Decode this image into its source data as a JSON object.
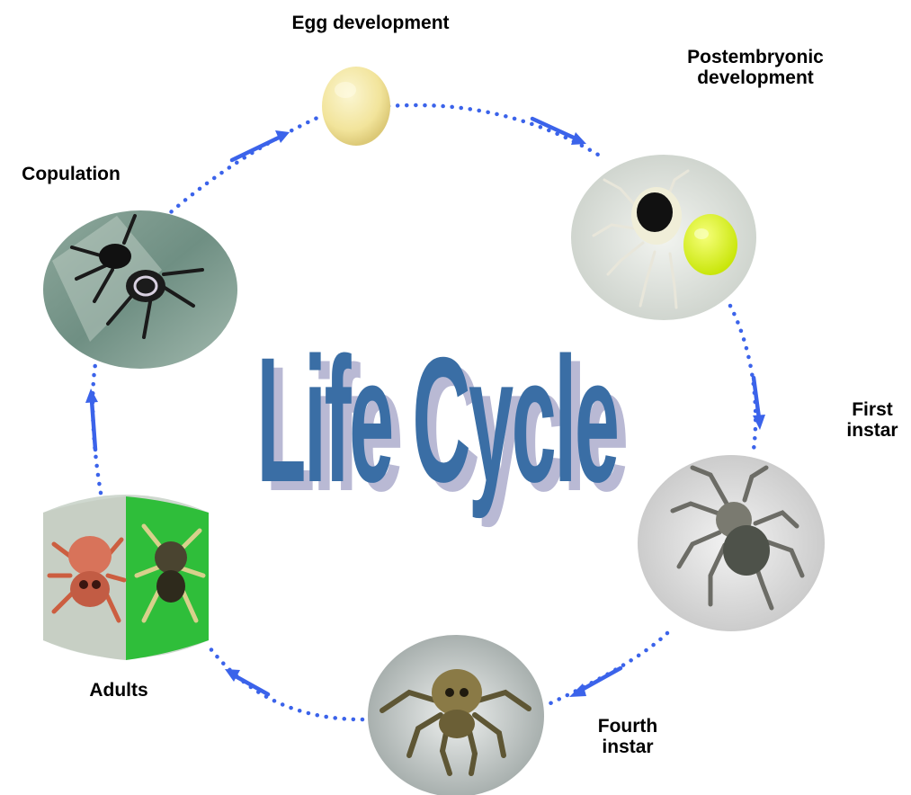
{
  "title": "Life Cycle",
  "stages": {
    "egg": {
      "line1": "Egg development"
    },
    "postembryonic": {
      "line1": "Postembryonic",
      "line2": "development"
    },
    "first_instar": {
      "line1": "First",
      "line2": "instar"
    },
    "fourth_instar": {
      "line1": "Fourth",
      "line2": "instar"
    },
    "adults": {
      "line1": "Adults"
    },
    "copulation": {
      "line1": "Copulation"
    }
  },
  "colors": {
    "title_fill": "#3a6ea5",
    "title_shadow": "#b9b9d4",
    "cycle_path": "#3b63ea",
    "egg": "#f2e49b",
    "label_text": "#000000"
  },
  "icons": {
    "egg": "egg-photo",
    "postembryonic": "spiderling-with-egg-photo",
    "first_instar": "first-instar-spider-photo",
    "fourth_instar": "fourth-instar-spider-photo",
    "adults": "adult-spiders-photo",
    "copulation": "mating-spiders-photo"
  }
}
